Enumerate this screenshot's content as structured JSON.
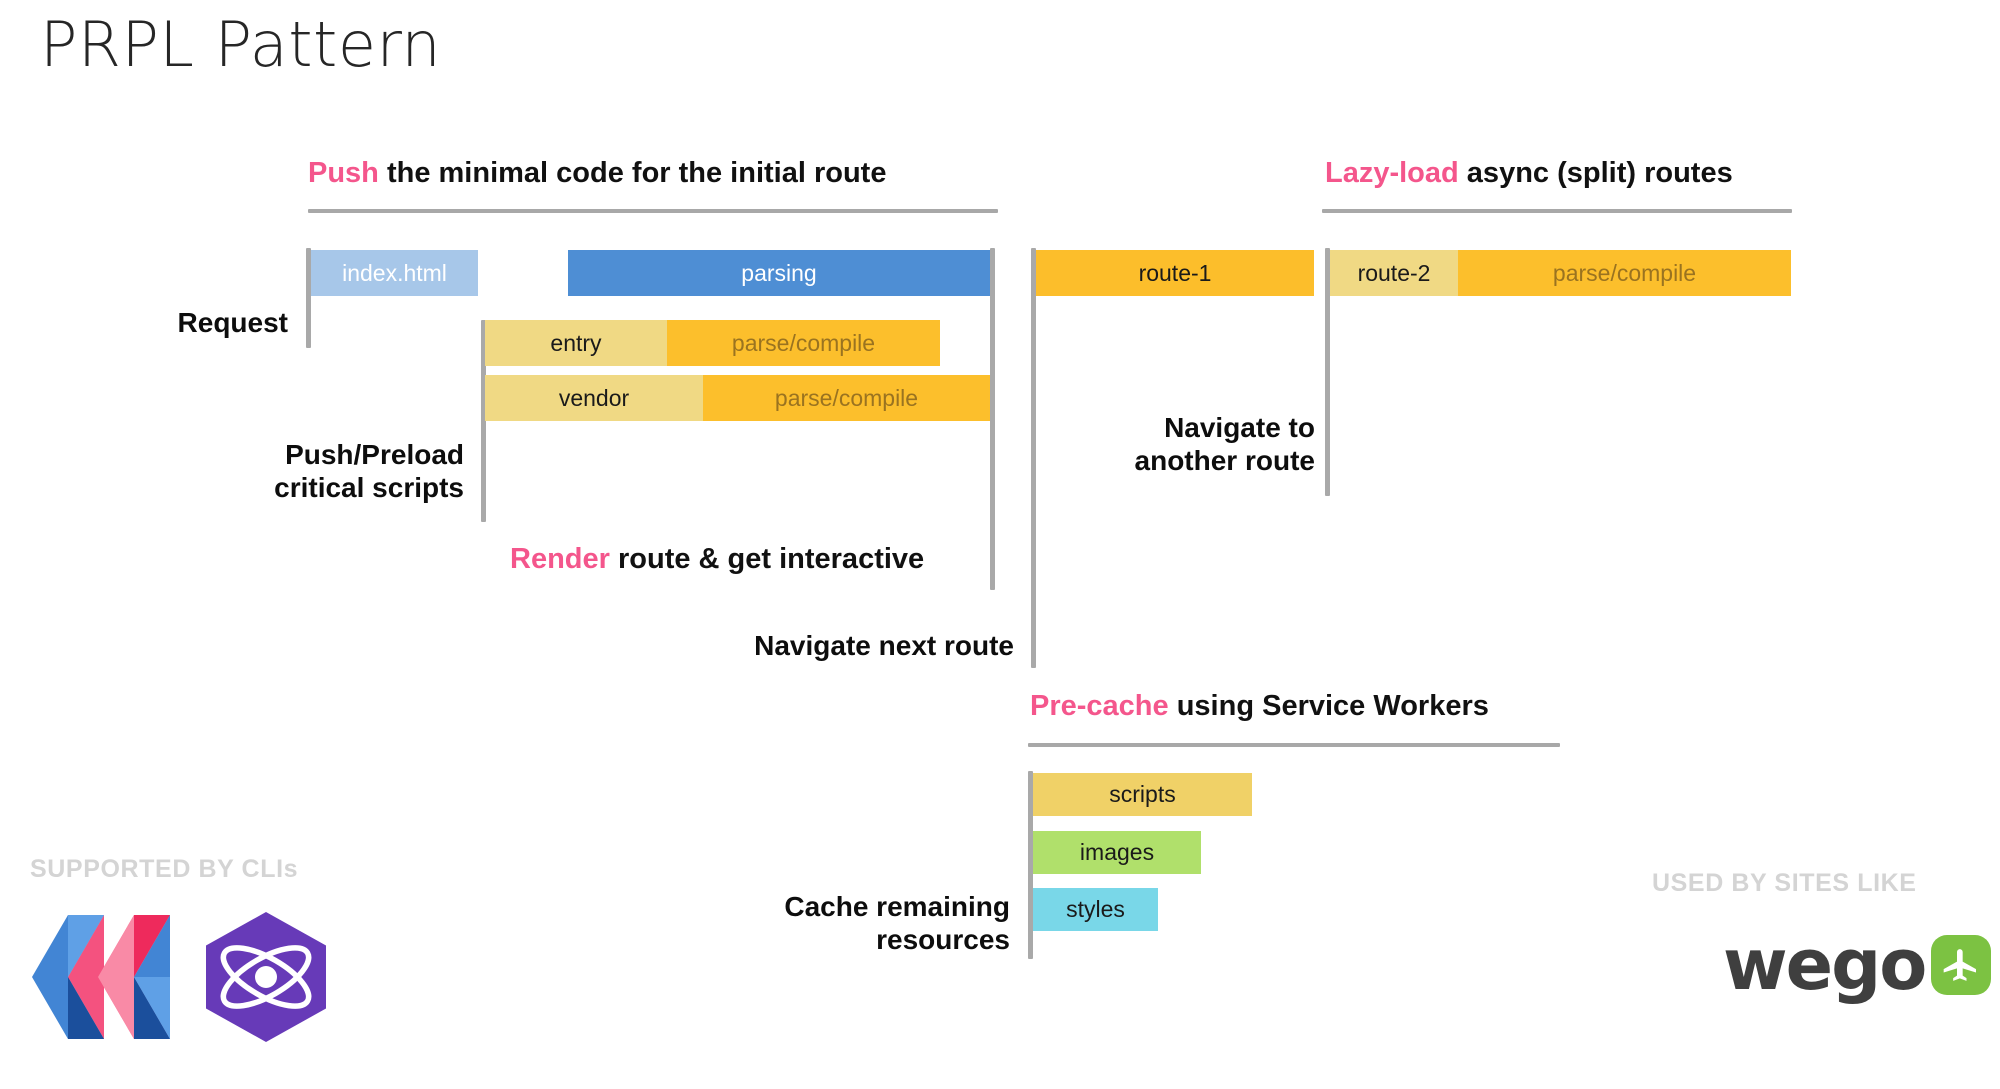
{
  "slide": {
    "title": "PRPL Pattern",
    "accent_color": "#f4568c",
    "background": "#ffffff"
  },
  "sections": {
    "push": {
      "accent_word": "Push",
      "rest": " the minimal code for the initial route"
    },
    "lazy": {
      "accent_word": "Lazy-load",
      "rest": " async (split) routes"
    },
    "precache": {
      "accent_word": "Pre-cache",
      "rest": " using Service Workers"
    }
  },
  "step_labels": {
    "request": "Request",
    "push_preload": "Push/Preload\ncritical scripts",
    "render": {
      "accent_word": "Render",
      "rest": " route & get interactive"
    },
    "navigate_next": "Navigate next route",
    "navigate_another": "Navigate to\nanother route",
    "cache_remaining": "Cache remaining\nresources"
  },
  "bars": {
    "index_html": {
      "label": "index.html",
      "color": "#a7c7e9"
    },
    "parsing": {
      "label": "parsing",
      "color": "#4e8ed4"
    },
    "entry": {
      "label": "entry",
      "color": "#f0d984"
    },
    "entry_parse": {
      "label": "parse/compile",
      "color": "#fcbf2c"
    },
    "vendor": {
      "label": "vendor",
      "color": "#f0d984"
    },
    "vendor_parse": {
      "label": "parse/compile",
      "color": "#fcbf2c"
    },
    "route1": {
      "label": "route-1",
      "color": "#fcbe2b"
    },
    "route2": {
      "label": "route-2",
      "color": "#f5d97e"
    },
    "route2_parse": {
      "label": "parse/compile",
      "color": "#fcbf2c"
    },
    "scripts": {
      "label": "scripts",
      "color": "#f0d167"
    },
    "images": {
      "label": "images",
      "color": "#b0e06b"
    },
    "styles": {
      "label": "styles",
      "color": "#79d7e8"
    }
  },
  "footer": {
    "left_caption": "SUPPORTED BY CLIs",
    "right_caption": "USED BY SITES LIKE",
    "logos": {
      "polymer": "polymer-logo",
      "preact": "preact-logo",
      "wego_word": "wego",
      "wego_badge": "airplane-icon"
    }
  }
}
